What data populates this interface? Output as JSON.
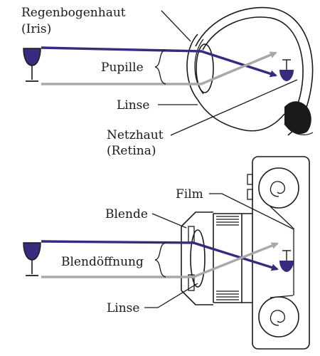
{
  "colors": {
    "ray_purple": "#3a2a7d",
    "ray_gray": "#a8a8a8",
    "wine": "#3a2a7d",
    "ink": "#1a1a1a"
  },
  "eye": {
    "iris_label_line1": "Regenbogenhaut",
    "iris_label_line2": "(Iris)",
    "pupil_label": "Pupille",
    "lens_label": "Linse",
    "retina_label_line1": "Netzhaut",
    "retina_label_line2": "(Retina)"
  },
  "camera": {
    "film_label": "Film",
    "aperture_label": "Blende",
    "opening_label": "Blendöffnung",
    "lens_label": "Linse"
  }
}
